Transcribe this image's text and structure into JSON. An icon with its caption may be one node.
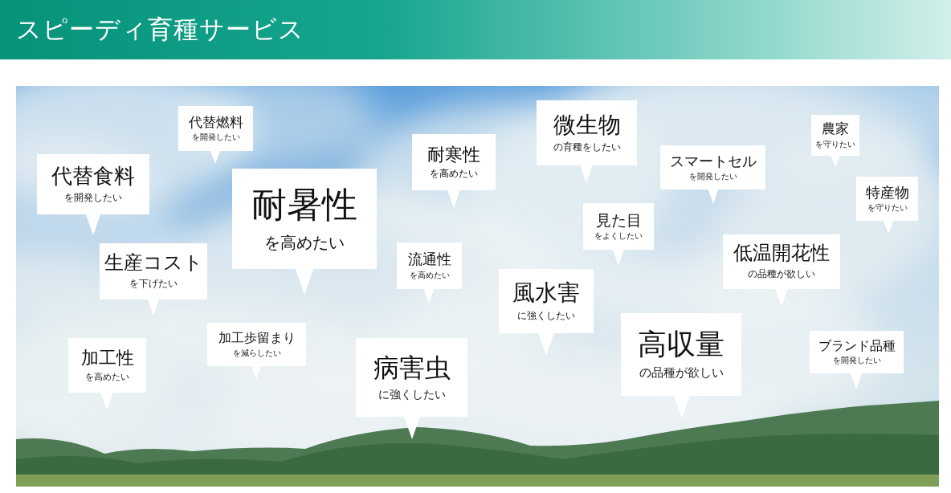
{
  "diagram": {
    "title": "スピーディ育種サービス",
    "nodes": [
      {
        "text": [
          "代替燃料",
          "を開発したい"
        ]
      },
      {
        "text": [
          "微生物",
          "の育種をしたい"
        ]
      },
      {
        "text": [
          "農家",
          "を守りたい"
        ]
      },
      {
        "text": [
          "耐寒性",
          "を高めたい"
        ]
      },
      {
        "text": [
          "スマートセル",
          "を開発したい"
        ]
      },
      {
        "text": [
          "代替食料",
          "を開発したい"
        ]
      },
      {
        "text": [
          "耐暑性",
          "を高めたい"
        ]
      },
      {
        "text": [
          "特産物",
          "を守りたい"
        ]
      },
      {
        "text": [
          "見た目",
          "をよくしたい"
        ]
      },
      {
        "text": [
          "低温開花性",
          "の品種が欲しい"
        ]
      },
      {
        "text": [
          "流通性",
          "を高めたい"
        ]
      },
      {
        "text": [
          "生産コスト",
          "を下げたい"
        ]
      },
      {
        "text": [
          "風水害",
          "に強くしたい"
        ]
      },
      {
        "text": [
          "高収量",
          "の品種が欲しい"
        ]
      },
      {
        "text": [
          "加工歩留まり",
          "を減らしたい"
        ]
      },
      {
        "text": [
          "ブランド品種",
          "を開発したい"
        ]
      },
      {
        "text": [
          "加工性",
          "を高めたい"
        ]
      },
      {
        "text": [
          "病害虫",
          "に強くしたい"
        ]
      }
    ]
  }
}
